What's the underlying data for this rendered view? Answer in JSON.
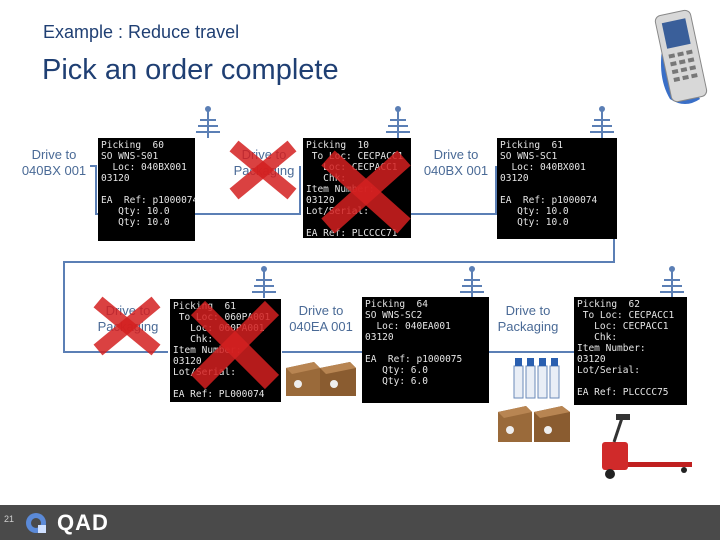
{
  "slide": {
    "subtitle": "Example : Reduce travel",
    "title": "Pick an order complete",
    "page_number": "21",
    "brand": "QAD"
  },
  "steps": [
    {
      "caption": "Drive to 040BX 001",
      "crossed": false
    },
    {
      "caption": "Drive to Packaging",
      "crossed": true
    },
    {
      "caption": "Drive to 040BX 001",
      "crossed": false
    },
    {
      "caption": "Drive to Packaging",
      "crossed": true
    },
    {
      "caption": "Drive to 040EA 001",
      "crossed": false
    },
    {
      "caption": "Drive to Packaging",
      "crossed": false
    }
  ],
  "screens": [
    {
      "lines": [
        "Picking  60",
        "SO WNS-S01",
        "  Loc: 040BX001",
        "03120",
        "",
        "EA  Ref: p1000074",
        "   Qty: 10.0",
        "   Qty: 10.0"
      ]
    },
    {
      "lines": [
        "Picking  10",
        " To Loc: CECPACC1",
        "   Loc: CECPACC1",
        "   Chk:",
        "Item Number:",
        "03120",
        "Lot/Serial:",
        "",
        "EA Ref: PLCCCC71"
      ]
    },
    {
      "lines": [
        "Picking  61",
        "SO WNS-SC1",
        "  Loc: 040BX001",
        "03120",
        "",
        "EA  Ref: p1000074",
        "   Qty: 10.0",
        "   Qty: 10.0"
      ]
    },
    {
      "lines": [
        "Picking  61",
        " To Loc: 060PA001",
        "   Loc: 060PA001",
        "   Chk:",
        "Item Number:",
        "03120",
        "Lot/Serial:",
        "",
        "EA Ref: PL000074"
      ]
    },
    {
      "lines": [
        "Picking  64",
        "SO WNS-SC2",
        "  Loc: 040EA001",
        "03120",
        "",
        "EA  Ref: p1000075",
        "   Qty: 6.0",
        "   Qty: 6.0"
      ]
    },
    {
      "lines": [
        "Picking  62",
        " To Loc: CECPACC1",
        "   Loc: CECPACC1",
        "   Chk:",
        "Item Number:",
        "03120",
        "Lot/Serial:",
        "",
        "EA Ref: PLCCCC75"
      ]
    }
  ],
  "icons": {
    "scanner": "handheld-scanner-icon",
    "antenna": "antenna-icon",
    "box": "cardboard-box-icon",
    "bottle": "bottle-icon",
    "pallet_jack": "pallet-jack-icon"
  },
  "colors": {
    "title": "#1f3f73",
    "caption": "#4a6a96",
    "flow_line": "#5b7fb5",
    "cross": "#d42020",
    "highlight": "#1a7a1a"
  }
}
